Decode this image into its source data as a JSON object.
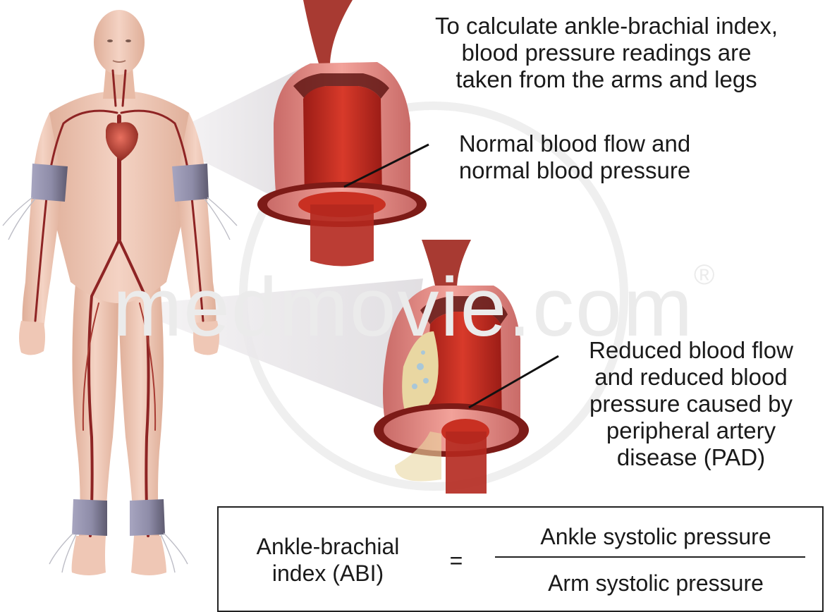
{
  "captions": {
    "top": [
      "To calculate ankle-brachial index,",
      "blood pressure readings are",
      "taken from the arms and legs"
    ],
    "normal": [
      "Normal blood flow and",
      "normal blood pressure"
    ],
    "reduced": [
      "Reduced blood flow",
      "and reduced blood",
      "pressure caused by",
      "peripheral artery",
      "disease (PAD)"
    ]
  },
  "formula": {
    "label": [
      "Ankle-brachial",
      "index (ABI)"
    ],
    "equals": "=",
    "numerator": "Ankle systolic pressure",
    "denominator": "Arm systolic pressure"
  },
  "watermark": "medmovie.com",
  "watermark_mark": "®",
  "colors": {
    "skin": "#f1cdbd",
    "skin_shade": "#d9a893",
    "artery": "#8e2424",
    "artery_light": "#c8504a",
    "lumen": "#c52c20",
    "vessel_wall": "#e08a86",
    "cuff": "#8e8ca8",
    "plaque": "#e9d7a2",
    "highlight_cone": "#e9e7ea"
  }
}
